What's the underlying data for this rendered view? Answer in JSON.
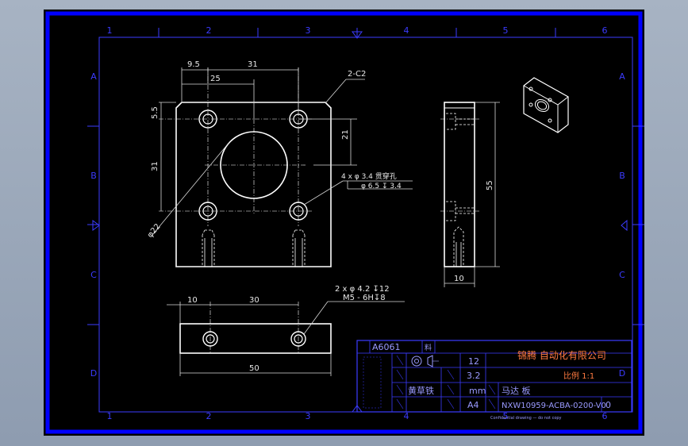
{
  "frame": {
    "columns": [
      "1",
      "2",
      "3",
      "4",
      "5",
      "6"
    ],
    "rows": [
      "A",
      "B",
      "C",
      "D"
    ]
  },
  "front_view": {
    "dims": {
      "d9_5": "9.5",
      "d31_top": "31",
      "d25": "25",
      "d5_5": "5.5",
      "d31_left": "31",
      "d21": "21",
      "chamfer": "2-C2",
      "phi22": "φ22",
      "holes_line1": "4 x φ 3.4 贯穿孔",
      "holes_line2": "φ 6.5 ↧ 3.4"
    }
  },
  "side_view": {
    "dims": {
      "d55": "55",
      "d10": "10"
    }
  },
  "bottom_view": {
    "dims": {
      "d10": "10",
      "d30": "30",
      "d50": "50",
      "note_line1": "2 x φ 4.2 ↧12",
      "note_line2": "M5 - 6H↧8"
    }
  },
  "title_block": {
    "material": "A6061",
    "material_label": "料",
    "company": "锦腾 自动化有限公司",
    "scale_label": "比例 1:1",
    "qty": "12",
    "roughness": "3.2",
    "unit": "mm",
    "part_name": "马达 板",
    "drawing_no": "NXW10959-ACBA-0200-V0",
    "sheet_size": "A4",
    "revision": "0",
    "treatment": "黄草铁",
    "footer_note": "Confidential drawing — do not copy"
  },
  "colors": {
    "frame": "#0000ff",
    "lines": "#ffffff",
    "company_text": "#ff7a40"
  }
}
